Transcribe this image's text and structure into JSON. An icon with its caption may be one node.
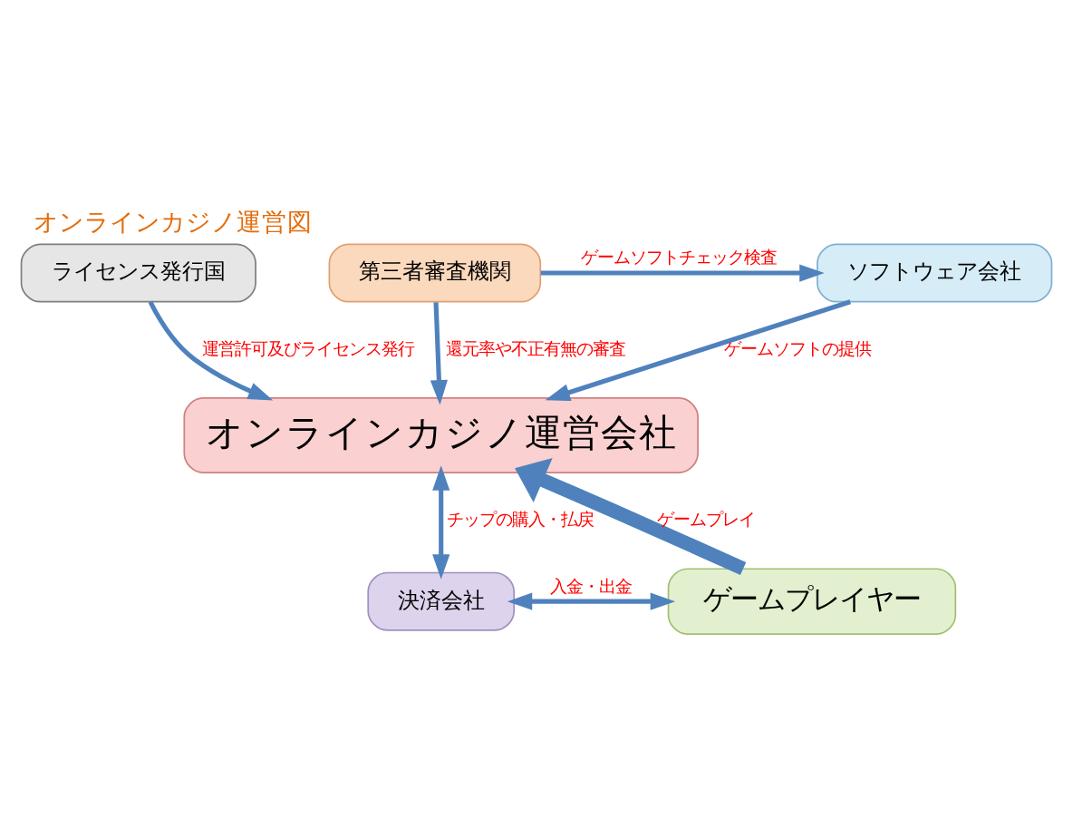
{
  "diagram": {
    "title": "オンラインカジノ運営図",
    "nodes": [
      {
        "text": [
          "ライセンス発行国"
        ]
      },
      {
        "text": [
          "ソフトウェア会社"
        ]
      },
      {
        "text": [
          "第三者審査機関"
        ]
      },
      {
        "text": [
          "オンラインカジノ運営会社"
        ]
      },
      {
        "text": [
          "決済会社"
        ]
      },
      {
        "text": [
          "ゲームプレイヤー"
        ]
      }
    ],
    "edges": [
      {
        "from": 0,
        "to": 3,
        "arrow": "to",
        "label": "運営許可及びライセンス発行"
      },
      {
        "from": 1,
        "to": 3,
        "arrow": "to",
        "label": "ゲームソフトの提供"
      },
      {
        "from": 2,
        "to": 1,
        "arrow": "to",
        "label": "ゲームソフトチェック検査"
      },
      {
        "from": 2,
        "to": 3,
        "arrow": "to",
        "label": "還元率や不正有無の審査"
      },
      {
        "from": 3,
        "to": 4,
        "arrow": "both",
        "label": "チップの購入・払戻"
      },
      {
        "from": 4,
        "to": 5,
        "arrow": "both",
        "label": "入金・出金"
      },
      {
        "from": 5,
        "to": 3,
        "arrow": "to",
        "label": "ゲームプレイ",
        "style": "thick"
      }
    ]
  }
}
